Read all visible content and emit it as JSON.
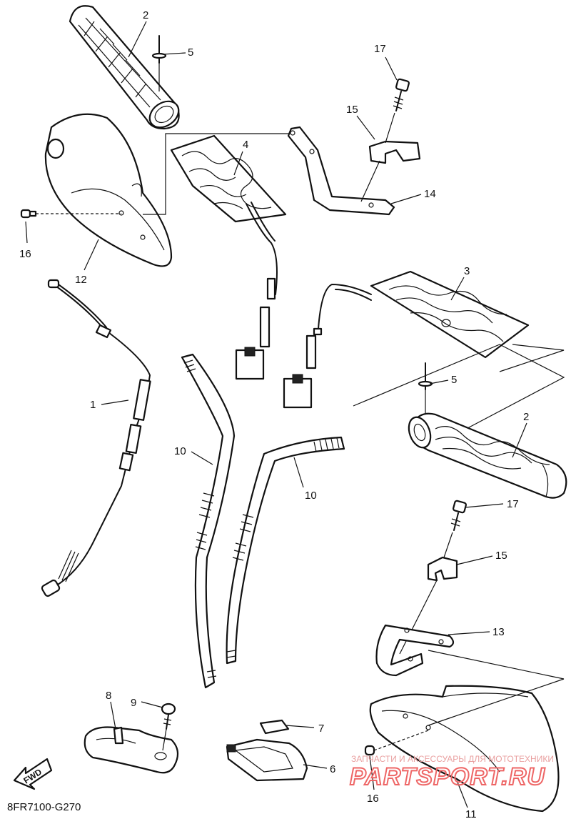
{
  "diagram_code": "8FR7100-G270",
  "fwd_label": "FWD",
  "watermark": {
    "line1": "ЗАПЧАСТИ И АКСЕССУАРЫ ДЛЯ МОТОТЕХНИКИ",
    "line2": "PARTSPORT.RU"
  },
  "callouts": {
    "c1": "1",
    "c2a": "2",
    "c2b": "2",
    "c3": "3",
    "c4": "4",
    "c5a": "5",
    "c5b": "5",
    "c6": "6",
    "c7": "7",
    "c8": "8",
    "c9": "9",
    "c10a": "10",
    "c10b": "10",
    "c11": "11",
    "c12": "12",
    "c13": "13",
    "c14": "14",
    "c15a": "15",
    "c15b": "15",
    "c16a": "16",
    "c16b": "16",
    "c17a": "17",
    "c17b": "17"
  }
}
